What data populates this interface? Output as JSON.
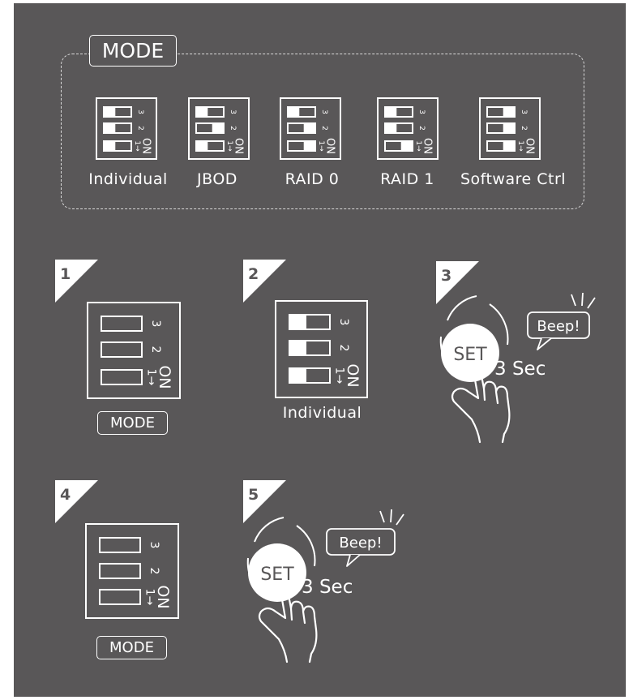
{
  "mode_legend": {
    "title": "MODE",
    "modes": [
      {
        "label": "Individual",
        "switches": [
          0,
          0,
          0
        ]
      },
      {
        "label": "JBOD",
        "switches": [
          0,
          1,
          0
        ]
      },
      {
        "label": "RAID 0",
        "switches": [
          0,
          1,
          1
        ]
      },
      {
        "label": "RAID 1",
        "switches": [
          0,
          0,
          1
        ]
      },
      {
        "label": "Software Ctrl",
        "switches": [
          1,
          1,
          1
        ]
      }
    ],
    "switch_numbers": [
      "3",
      "2",
      "1"
    ],
    "on_label": "ON"
  },
  "steps": [
    {
      "number": "1",
      "caption": "MODE"
    },
    {
      "number": "2",
      "caption": "Individual"
    },
    {
      "number": "3",
      "button": "SET",
      "duration": "3 Sec",
      "sound": "Beep!"
    },
    {
      "number": "4",
      "caption": "MODE"
    },
    {
      "number": "5",
      "button": "SET",
      "duration": "3 Sec",
      "sound": "Beep!"
    }
  ],
  "colors": {
    "background": "#595758",
    "foreground": "#ffffff",
    "frame": "#ffffff"
  }
}
